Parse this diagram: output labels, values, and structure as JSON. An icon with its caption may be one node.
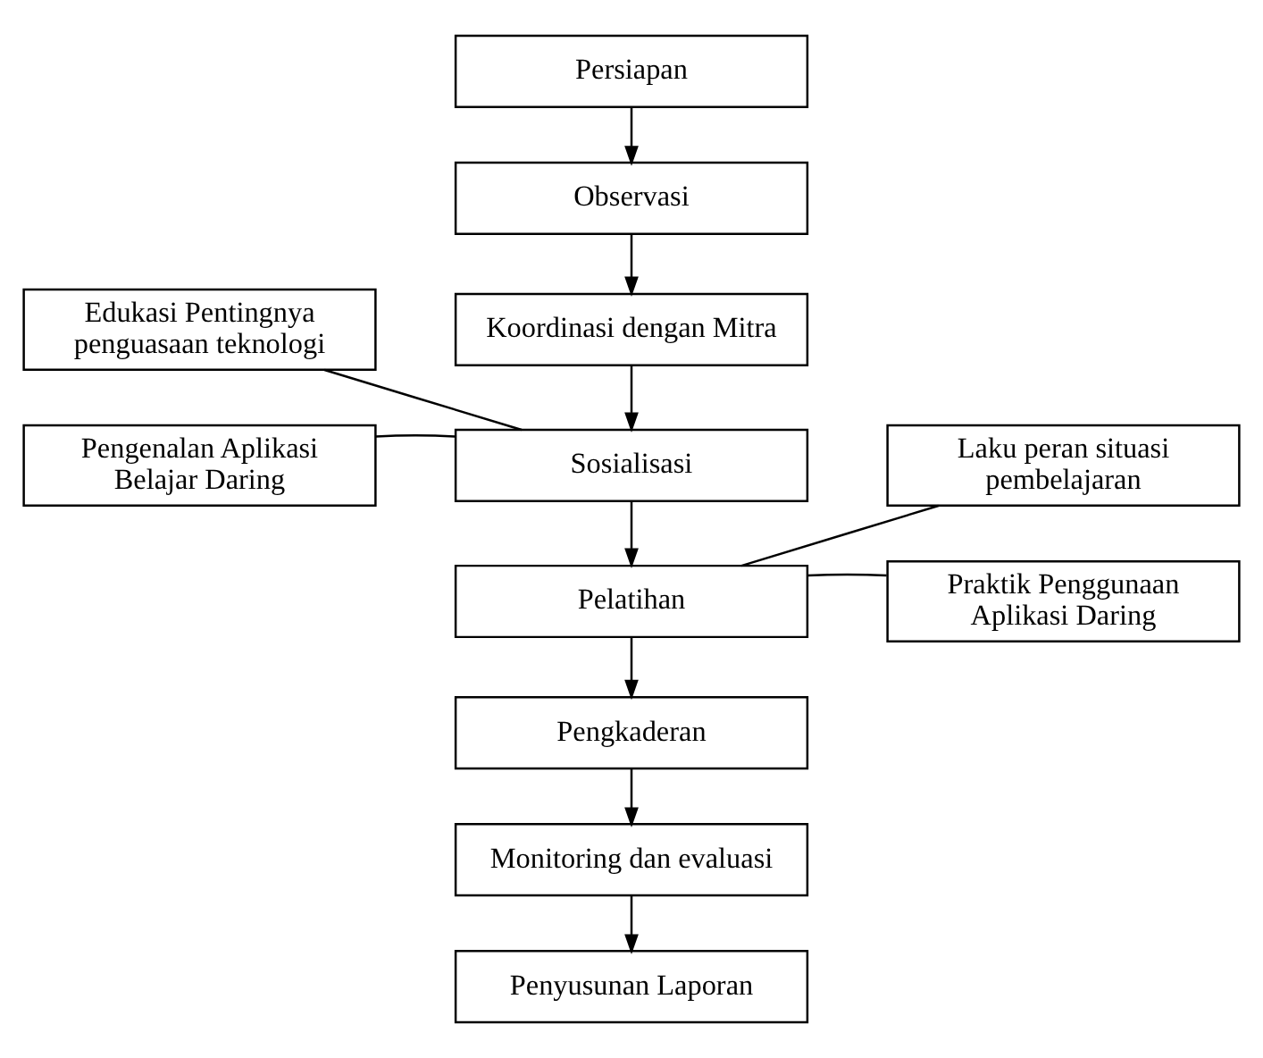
{
  "diagram": {
    "nodes": [
      {
        "text": [
          "Persiapan"
        ]
      },
      {
        "text": [
          "Observasi"
        ]
      },
      {
        "text": [
          "Koordinasi dengan Mitra"
        ]
      },
      {
        "text": [
          "Edukasi Pentingnya penguasaan teknologi"
        ]
      },
      {
        "text": [
          "Sosialisasi"
        ]
      },
      {
        "text": [
          "Pengenalan Aplikasi Belajar Daring"
        ]
      },
      {
        "text": [
          "Laku peran situasi pembelajaran"
        ]
      },
      {
        "text": [
          "Pelatihan"
        ]
      },
      {
        "text": [
          "Praktik Penggunaan Aplikasi Daring"
        ]
      },
      {
        "text": [
          "Pengkaderan"
        ]
      },
      {
        "text": [
          "Monitoring dan evaluasi"
        ]
      },
      {
        "text": [
          "Penyusunan Laporan"
        ]
      }
    ],
    "edges": [
      {
        "from": 0,
        "to": 1,
        "arrow": "to"
      },
      {
        "from": 1,
        "to": 2,
        "arrow": "to"
      },
      {
        "from": 2,
        "to": 4,
        "arrow": "to"
      },
      {
        "from": 4,
        "to": 3,
        "arrow": "none"
      },
      {
        "from": 4,
        "to": 5,
        "arrow": "none"
      },
      {
        "from": 4,
        "to": 7,
        "arrow": "to"
      },
      {
        "from": 7,
        "to": 6,
        "arrow": "none"
      },
      {
        "from": 7,
        "to": 8,
        "arrow": "none"
      },
      {
        "from": 7,
        "to": 9,
        "arrow": "to"
      },
      {
        "from": 9,
        "to": 10,
        "arrow": "to"
      },
      {
        "from": 10,
        "to": 11,
        "arrow": "to"
      }
    ]
  }
}
